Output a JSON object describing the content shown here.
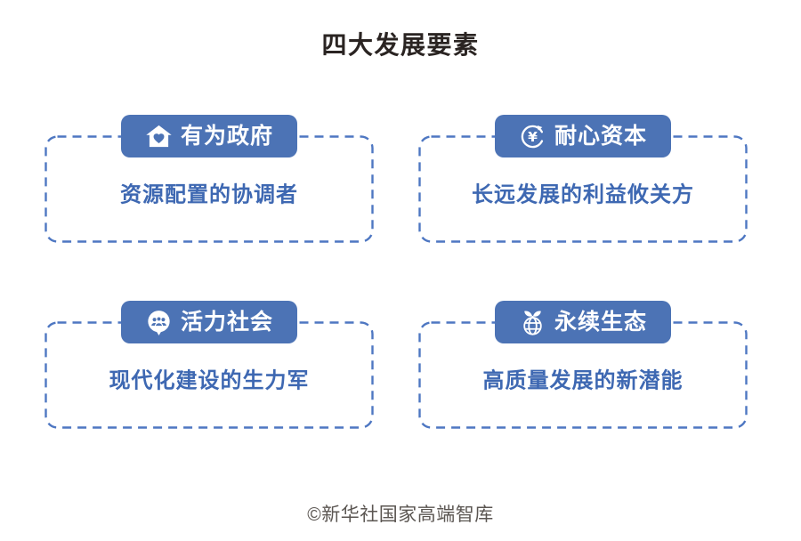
{
  "title": "四大发展要素",
  "footer": "©新华社国家高端智库",
  "colors": {
    "tab_blue": "#4c73b5",
    "dash_border_blue": "#4e77c2",
    "body_text_blue": "#3e68b2",
    "title_text": "#2a2422",
    "footer_text": "#5b5652",
    "background": "#ffffff"
  },
  "cards": [
    {
      "id": "government",
      "icon": "house-heart-icon",
      "label": "有为政府",
      "description": "资源配置的协调者"
    },
    {
      "id": "capital",
      "icon": "yen-cycle-icon",
      "label": "耐心资本",
      "description": "长远发展的利益攸关方"
    },
    {
      "id": "society",
      "icon": "people-bubble-icon",
      "label": "活力社会",
      "description": "现代化建设的生力军"
    },
    {
      "id": "ecology",
      "icon": "globe-sprout-icon",
      "label": "永续生态",
      "description": "高质量发展的新潜能"
    }
  ]
}
